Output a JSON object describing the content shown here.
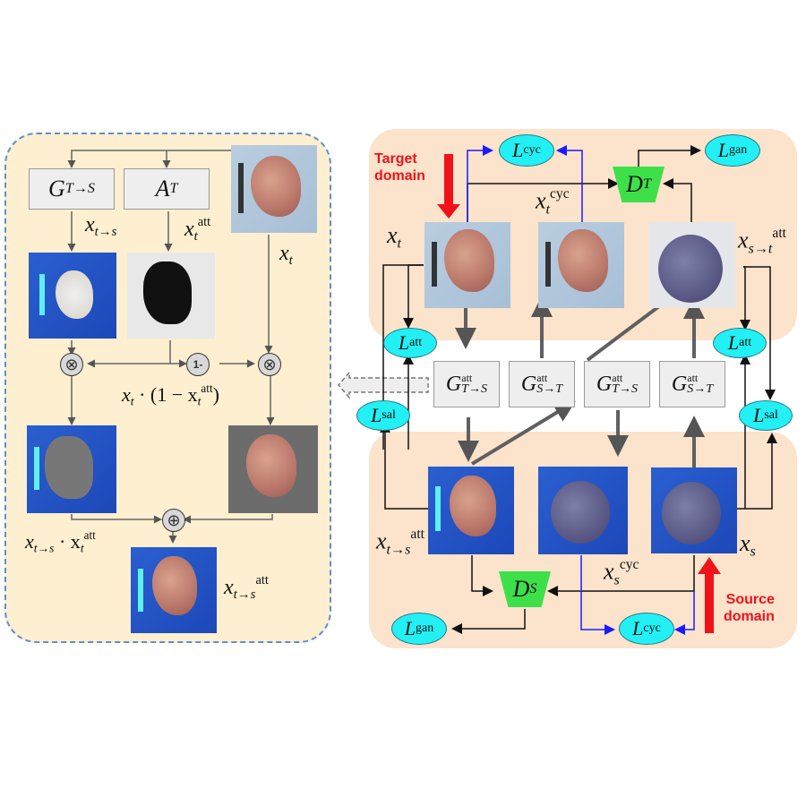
{
  "left_panel": {
    "boxes": {
      "g_t_to_s": "G",
      "g_t_to_s_sub": "T→S",
      "a_t": "A",
      "a_t_sub": "T"
    },
    "labels": {
      "x_t_to_s": "x",
      "x_t_to_s_sub": "t→s",
      "x_t_att": "x",
      "x_t_att_sub": "t",
      "x_t_att_sup": "att",
      "x_t": "x",
      "x_t_sub": "t",
      "one_minus": "1-",
      "otimes": "⊗",
      "oplus": "⊕",
      "product_right": "x",
      "product_right_sub": "t",
      "product_right_mid": " · (1 − x",
      "product_right_sup": "att",
      "product_right_end": ")",
      "product_left": "x",
      "product_left_sub": "t→s",
      "product_left_mid": " · x",
      "product_left_sub2": "t",
      "product_left_sup": "att",
      "output": "x",
      "output_sub": "t→s",
      "output_sup": "att"
    }
  },
  "right_panel": {
    "target_domain": "Target domain",
    "source_domain": "Source domain",
    "target_domain_l1": "Target",
    "target_domain_l2": "domain",
    "source_domain_l1": "Source",
    "source_domain_l2": "domain",
    "losses": {
      "L": "L",
      "cyc": "cyc",
      "gan": "gan",
      "att": "att",
      "sal": "sal"
    },
    "discriminators": {
      "d": "D",
      "t": "T",
      "s": "S"
    },
    "generators": [
      {
        "g": "G",
        "sup": "att",
        "sub": "T→S"
      },
      {
        "g": "G",
        "sup": "att",
        "sub": "S→T"
      },
      {
        "g": "G",
        "sup": "att",
        "sub": "T→S"
      },
      {
        "g": "G",
        "sup": "att",
        "sub": "S→T"
      }
    ],
    "image_labels": {
      "x_t": "x",
      "t": "t",
      "x_t_cyc": "x",
      "cyc": "cyc",
      "x_s_to_t_att": "x",
      "s_to_t": "s→t",
      "att": "att",
      "x_t_to_s_att": "x",
      "t_to_s": "t→s",
      "x_s_cyc": "x",
      "s": "s",
      "x_s": "x"
    }
  },
  "colors": {
    "left_bg": "#fdefcf",
    "right_bg": "#fbe3cc",
    "loss_ellipse": "#22f0f4",
    "discriminator": "#3ee04a",
    "domain_arrow": "#f01218",
    "cycle_line": "#1a1aff",
    "dashed_border": "#5b8fd6"
  }
}
